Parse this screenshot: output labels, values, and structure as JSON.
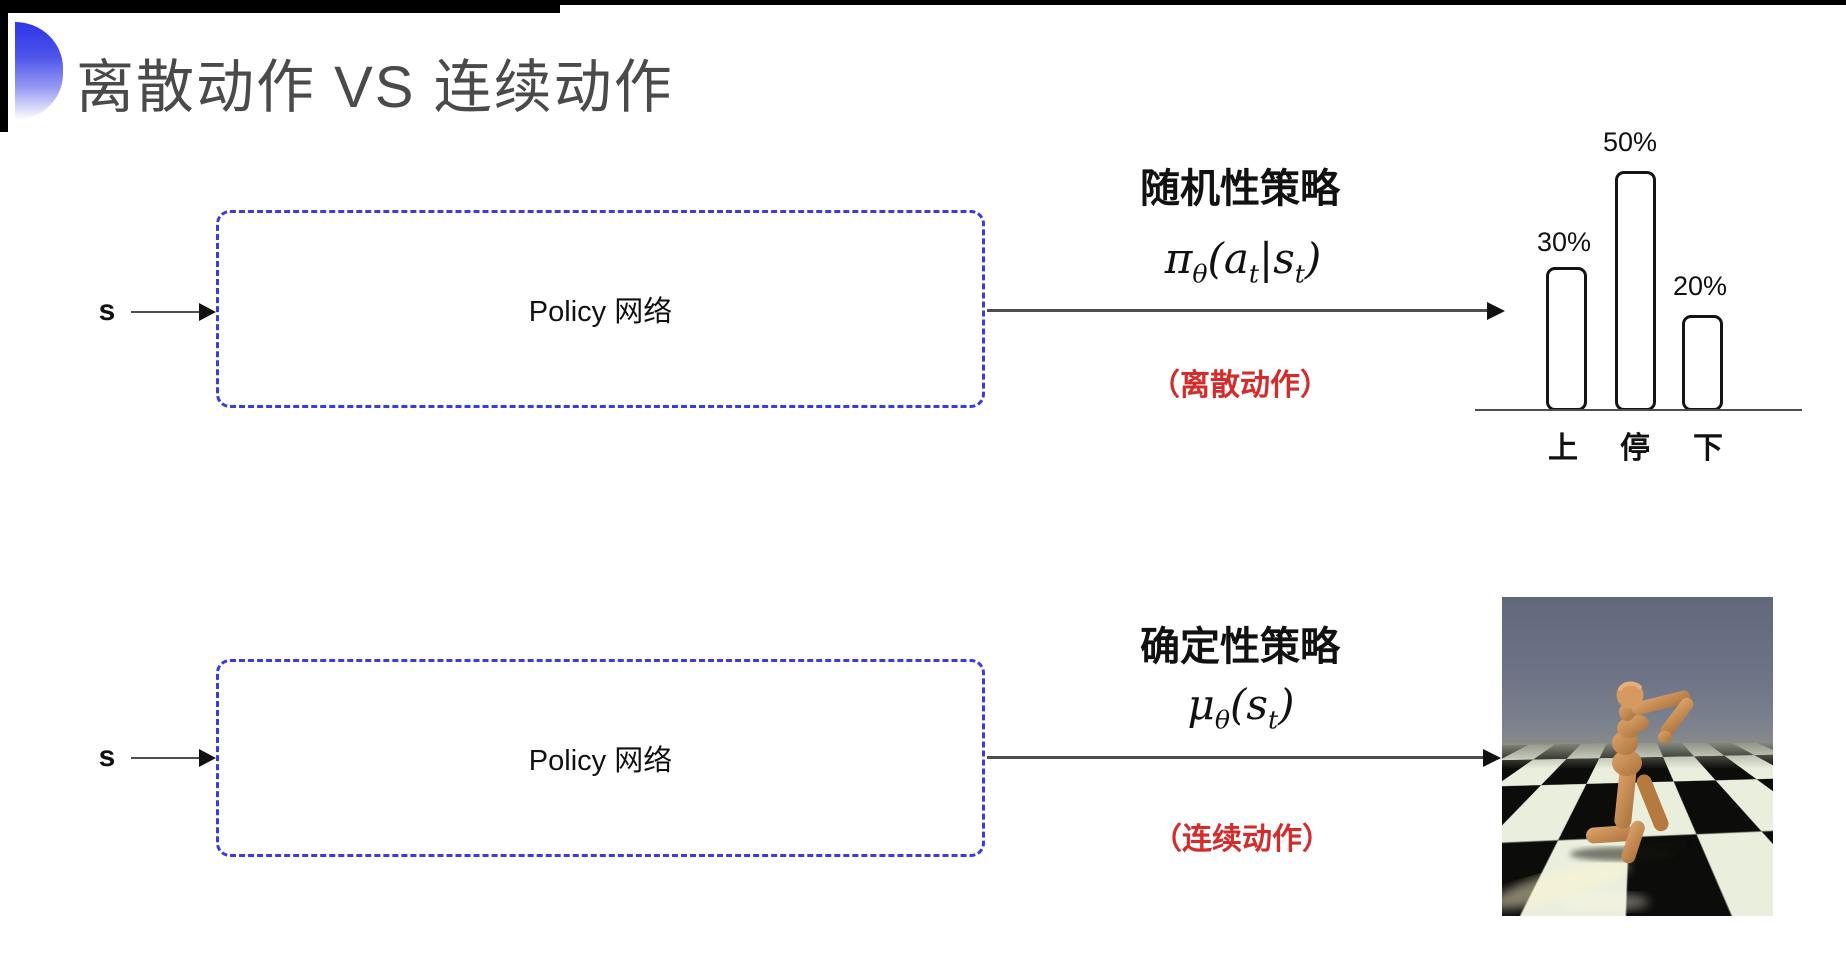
{
  "slide": {
    "title": "离散动作 VS 连续动作",
    "colors": {
      "accent_blue": "#3b3be0",
      "note_red": "#d42b2b",
      "title_gray": "#4a4a4a",
      "line_gray": "#4d4d4d"
    }
  },
  "rows": [
    {
      "id": "stochastic",
      "state_label": "s",
      "box_label": "Policy 网络",
      "policy_type": "随机性策略",
      "formula": {
        "p0": "π",
        "s0": "θ",
        "p1": "(a",
        "s1": "t",
        "p2": "|s",
        "s2": "t",
        "p3": ")"
      },
      "note": "（离散动作）"
    },
    {
      "id": "deterministic",
      "state_label": "s",
      "box_label": "Policy 网络",
      "policy_type": "确定性策略",
      "formula": {
        "p0": "μ",
        "s0": "θ",
        "p1": "(s",
        "s1": "t",
        "p2": ")"
      },
      "note": "（连续动作）"
    }
  ],
  "chart_data": {
    "type": "bar",
    "title": "",
    "categories": [
      "上",
      "停",
      "下"
    ],
    "values": [
      30,
      50,
      20
    ],
    "labels": [
      "30%",
      "50%",
      "20%"
    ],
    "ylim": [
      0,
      55
    ],
    "grid": false,
    "bar_fill": "#ffffff",
    "bar_border": "#141414"
  }
}
